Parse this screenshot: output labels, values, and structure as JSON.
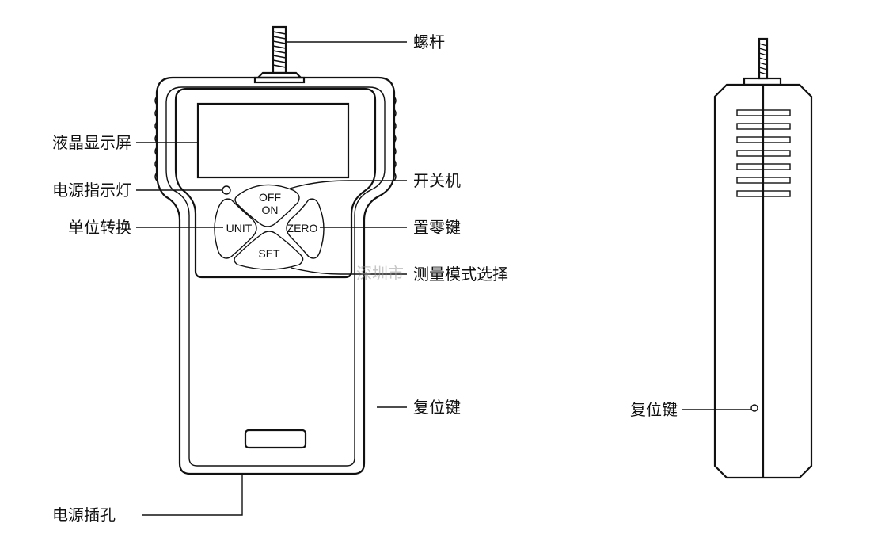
{
  "labels": {
    "screw": "螺杆",
    "lcd": "液晶显示屏",
    "power_led": "电源指示灯",
    "unit_switch": "单位转换",
    "power_switch": "开关机",
    "zero_key": "置零键",
    "mode_select": "测量模式选择",
    "reset_front": "复位键",
    "reset_side": "复位键",
    "power_jack": "电源插孔"
  },
  "buttons": {
    "off_on_line1": "OFF",
    "off_on_line2": "ON",
    "unit": "UNIT",
    "zero": "ZERO",
    "set": "SET"
  },
  "watermark": "深圳市"
}
